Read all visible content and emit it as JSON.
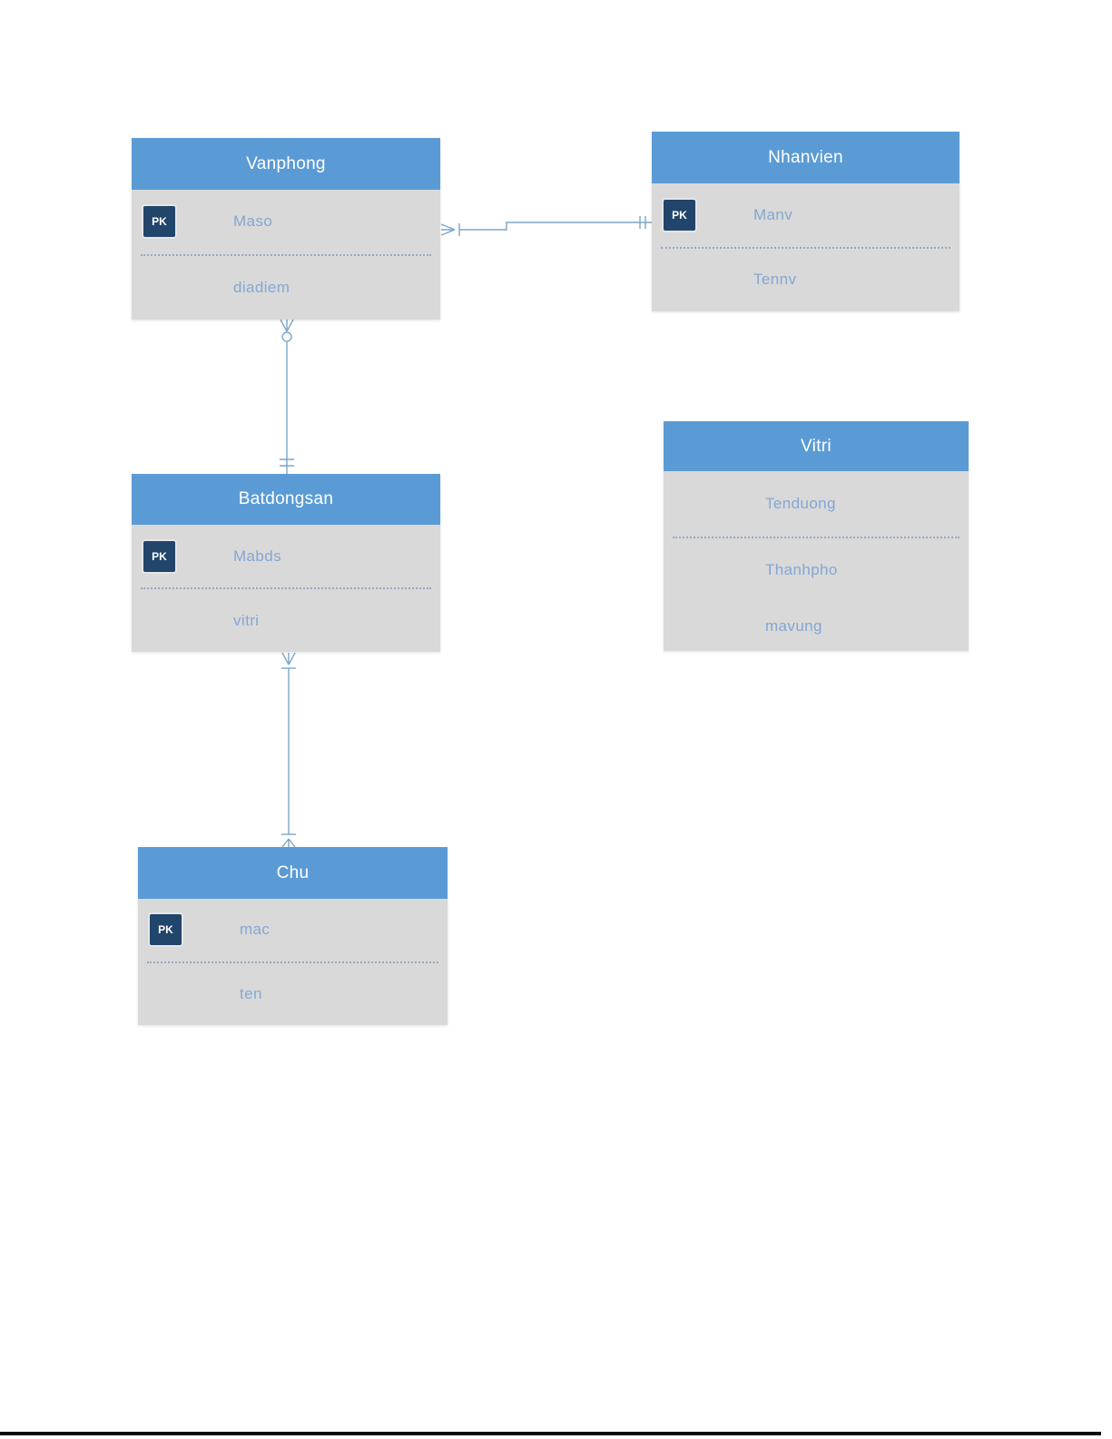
{
  "diagram_type": "entity-relationship",
  "pk_label": "PK",
  "colors": {
    "header_blue": "#5b9bd5",
    "body_gray": "#d9d9d9",
    "pk_badge_navy": "#21456b",
    "field_text_blue": "#84a7d3",
    "connector_blue": "#7ea6c9",
    "footer_rule_black": "#0a0a0a"
  },
  "entities": [
    {
      "id": "vanphong",
      "title": "Vanphong",
      "fields": [
        {
          "name": "Maso",
          "pk": true
        },
        {
          "name": "diadiem",
          "pk": false
        }
      ]
    },
    {
      "id": "nhanvien",
      "title": "Nhanvien",
      "fields": [
        {
          "name": "Manv",
          "pk": true
        },
        {
          "name": "Tennv",
          "pk": false
        }
      ]
    },
    {
      "id": "vitri",
      "title": "Vitri",
      "fields": [
        {
          "name": "Tenduong",
          "pk": false
        },
        {
          "name": "Thanhpho",
          "pk": false
        },
        {
          "name": "mavung",
          "pk": false
        }
      ]
    },
    {
      "id": "batdongsan",
      "title": "Batdongsan",
      "fields": [
        {
          "name": "Mabds",
          "pk": true
        },
        {
          "name": "vitri",
          "pk": false
        }
      ]
    },
    {
      "id": "chu",
      "title": "Chu",
      "fields": [
        {
          "name": "mac",
          "pk": true
        },
        {
          "name": "ten",
          "pk": false
        }
      ]
    }
  ],
  "relationships": [
    {
      "from": "Vanphong",
      "to": "Nhanvien",
      "from_cardinality": "one-or-many",
      "to_cardinality": "exactly-one"
    },
    {
      "from": "Vanphong",
      "to": "Batdongsan",
      "from_cardinality": "zero-or-many",
      "to_cardinality": "exactly-one"
    },
    {
      "from": "Batdongsan",
      "to": "Chu",
      "from_cardinality": "one-or-many",
      "to_cardinality": "one-or-many"
    }
  ]
}
